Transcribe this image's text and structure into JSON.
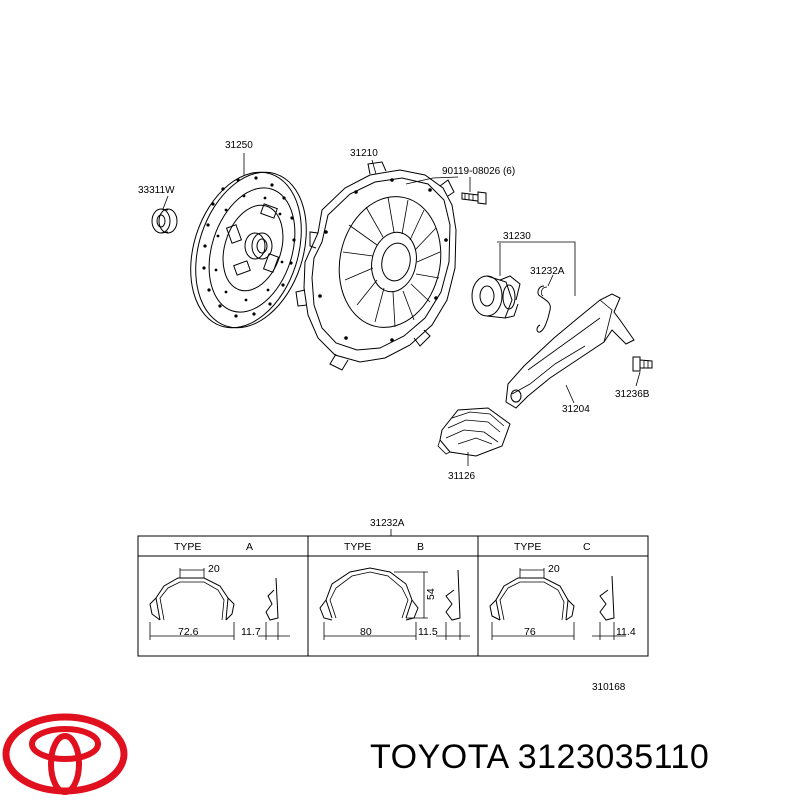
{
  "labels": {
    "p33311w": "33311W",
    "p31250": "31250",
    "p31210": "31210",
    "p90119": "90119-08026 (6)",
    "p31230": "31230",
    "p31232a": "31232A",
    "p31236b": "31236B",
    "p31204": "31204",
    "p31126": "31126",
    "table_ref": "31232A",
    "diagram_code": "310168"
  },
  "table": {
    "type_header": "TYPE",
    "columns": [
      {
        "type": "A",
        "width_dim": "72.6",
        "top_dim": "20",
        "side_dim": "11.7"
      },
      {
        "type": "B",
        "width_dim": "80",
        "height_dim": "54",
        "side_dim": "11.5"
      },
      {
        "type": "C",
        "width_dim": "76",
        "top_dim": "20",
        "side_dim": "11.4"
      }
    ]
  },
  "footer": {
    "brand": "TOYOTA",
    "part_number": "3123035110",
    "logo_color": "#e0101e"
  }
}
